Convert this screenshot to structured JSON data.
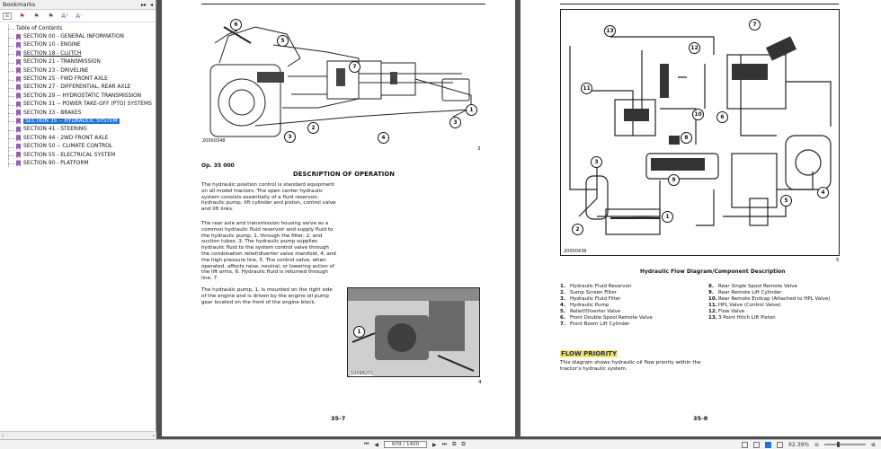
{
  "sidebar": {
    "title": "Bookmarks",
    "items": [
      {
        "label": "Table of Contents",
        "toc": true
      },
      {
        "label": "SECTION 00 - GENERAL INFORMATION"
      },
      {
        "label": "SECTION 10 - ENGINE"
      },
      {
        "label": "SECTION 18 - CLUTCH",
        "underline": true
      },
      {
        "label": "SECTION 21 - TRANSMISSION"
      },
      {
        "label": "SECTION 23 - DRIVELINE"
      },
      {
        "label": "SECTION 25 - FWD FRONT AXLE"
      },
      {
        "label": "SECTION 27 - DIFFERENTIAL, REAR AXLE"
      },
      {
        "label": "SECTION 29 -- HYDROSTATIC TRANSMISSION"
      },
      {
        "label": "SECTION 31 -- POWER TAKE-OFF (PTO) SYSTEMS"
      },
      {
        "label": "SECTION 33 - BRAKES"
      },
      {
        "label": "SECTION 35 -- HYDRAULIC SYSTEM",
        "active": true
      },
      {
        "label": "SECTION 41 - STEERING"
      },
      {
        "label": "SECTION 44 - 2WD FRONT AXLE"
      },
      {
        "label": "SECTION 50 -- CLIMATE CONTROL"
      },
      {
        "label": "SECTION 55 - ELECTRICAL SYSTEM"
      },
      {
        "label": "SECTION 90 - PLATFORM"
      }
    ]
  },
  "left_page": {
    "fig3": {
      "code": "20000348",
      "num": "3"
    },
    "op": "Op. 35 000",
    "title": "DESCRIPTION OF OPERATION",
    "p1": "The hydraulic position control is standard equipment on all model tractors. The open center hydraulic system consists essentially of a fluid reservoir, hydraulic pump, lift cylinder and piston, control valve and lift links.",
    "p2": "The rear axle and transmission housing serve as a common hydraulic fluid reservoir and supply fluid to the hydraulic pump, 1, through the filter, 2, and suction tubes, 3. The hydraulic pump supplies hydraulic fluid to the system control valve through the combination relief/diverter valve manifold, 4, and the high pressure line, 5. The control valve, when operated, affects raise, neutral, or lowering action of the lift arms, 6. Hydraulic fluid is returned through line, 7.",
    "p3": "The hydraulic pump, 1, is mounted on the right side of the engine and is driven by the engine oil pump gear located on the front of the engine block.",
    "fig4": {
      "code": "10098201",
      "num": "4"
    },
    "page_number": "35-7"
  },
  "right_page": {
    "fig5": {
      "code": "20000438",
      "num": "5"
    },
    "caption": "Hydraulic Flow Diagram/Component Description",
    "legend_left": [
      {
        "n": "1.",
        "t": "Hydraulic Fluid Reservoir"
      },
      {
        "n": "2.",
        "t": "Sump Screen Filter"
      },
      {
        "n": "3.",
        "t": "Hydraulic Fluid Filter"
      },
      {
        "n": "4.",
        "t": "Hydraulic Pump"
      },
      {
        "n": "5.",
        "t": "Relief/Diverter Valve"
      },
      {
        "n": "6.",
        "t": "Front Double Spool Remote Valve"
      },
      {
        "n": "7.",
        "t": "Front Boom Lift Cylinder"
      }
    ],
    "legend_right": [
      {
        "n": "8.",
        "t": "Rear Single Spool Remote Valve"
      },
      {
        "n": "9.",
        "t": "Rear Remote Lift Cylinder"
      },
      {
        "n": "10.",
        "t": "Rear Remote Endcap (Attached to HPL Valve)"
      },
      {
        "n": "11.",
        "t": "HPL Valve (Control Valve)"
      },
      {
        "n": "12.",
        "t": "Flow Valve"
      },
      {
        "n": "13.",
        "t": "3 Point Hitch Lift Piston"
      }
    ],
    "subhead": "FLOW PRIORITY",
    "p1": "This diagram shows hydraulic oil flow priority within the tractor's hydraulic system.",
    "page_number": "35-8"
  },
  "statusbar": {
    "page": "609 / 1400",
    "zoom": "92.39%"
  }
}
